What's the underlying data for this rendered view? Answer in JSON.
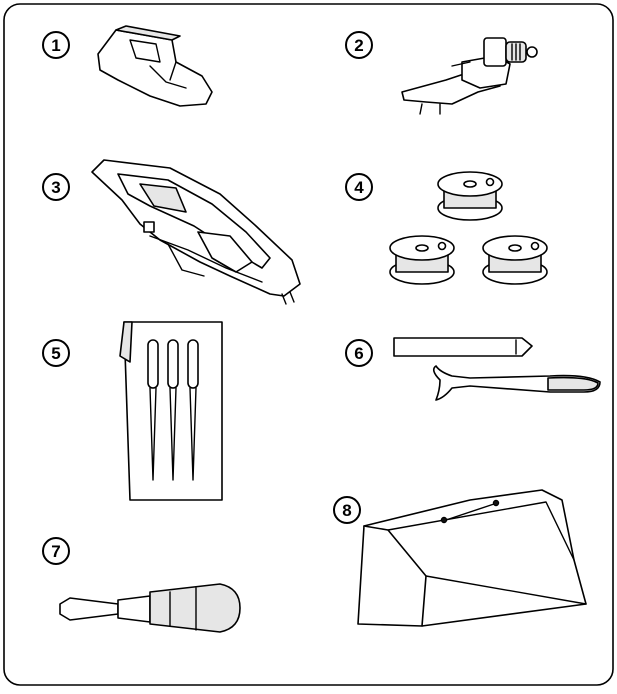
{
  "items": [
    {
      "number": "1"
    },
    {
      "number": "2"
    },
    {
      "number": "3"
    },
    {
      "number": "4"
    },
    {
      "number": "5"
    },
    {
      "number": "6"
    },
    {
      "number": "7"
    },
    {
      "number": "8"
    }
  ]
}
